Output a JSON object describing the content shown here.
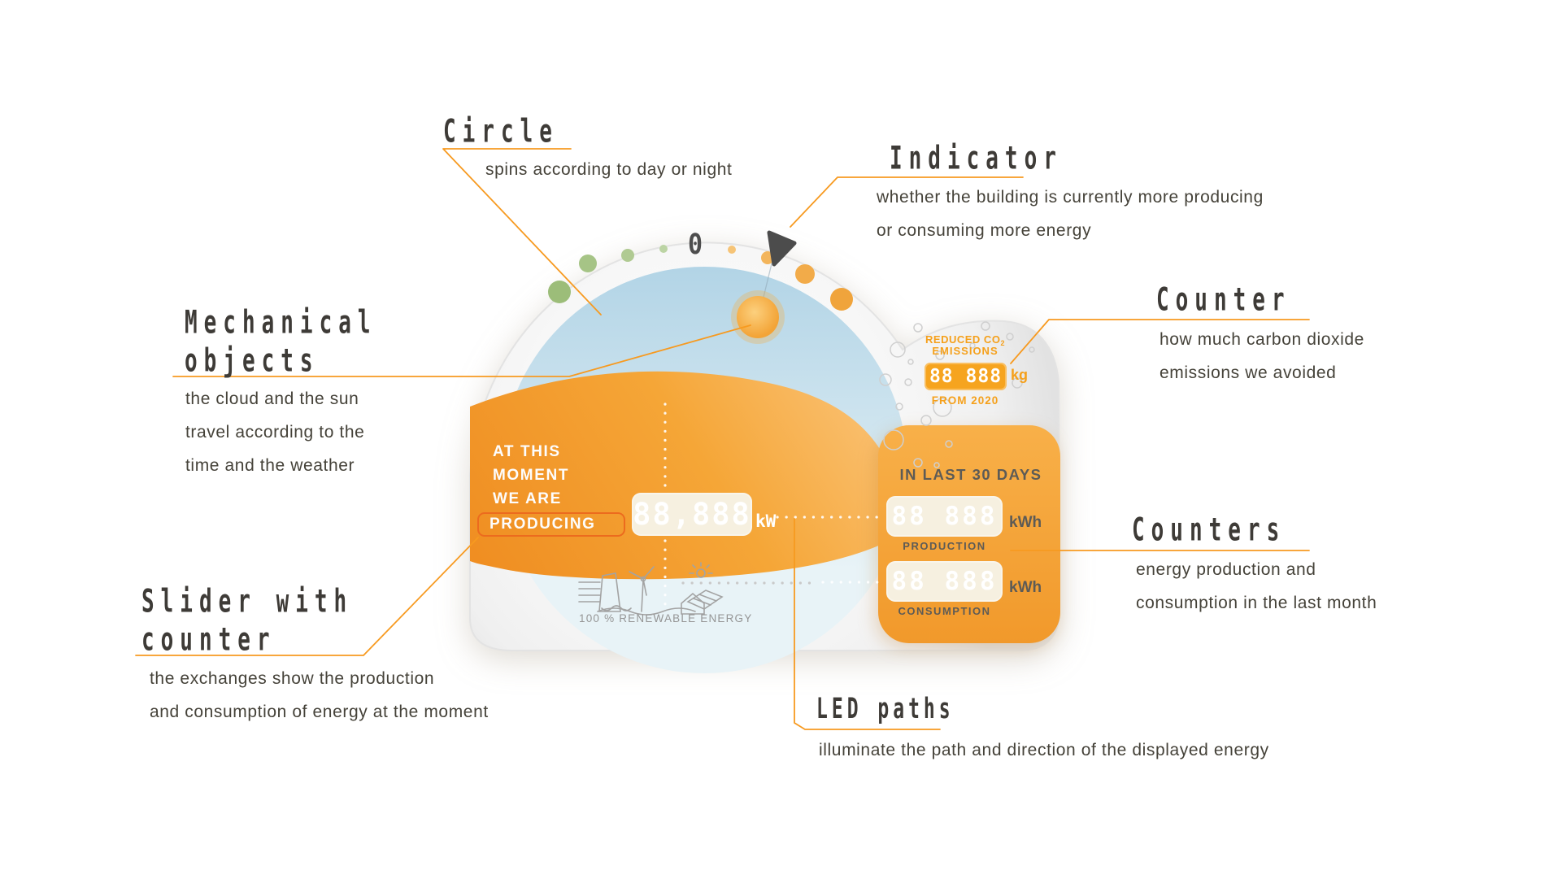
{
  "annotations": {
    "circle": {
      "title": "Circle",
      "desc": "spins according to day or night"
    },
    "indicator": {
      "title": "Indicator",
      "desc1": "whether the building is currently more producing",
      "desc2": "or consuming more energy"
    },
    "counter": {
      "title": "Counter",
      "desc1": "how much carbon dioxide",
      "desc2": "emissions we avoided"
    },
    "mechanical": {
      "title1": "Mechanical",
      "title2": "objects",
      "desc1": "the cloud and the sun",
      "desc2": "travel according to the",
      "desc3": "time and the weather"
    },
    "slider": {
      "title1": "Slider with",
      "title2": "counter",
      "desc1": "the exchanges show the production",
      "desc2": "and consumption of energy at the moment"
    },
    "led_paths": {
      "title": "LED paths",
      "desc": "illuminate the path and direction of the displayed energy"
    },
    "counters": {
      "title": "Counters",
      "desc1": "energy production and",
      "desc2": "consumption in the last month"
    }
  },
  "device": {
    "dial_zero": "0",
    "co2": {
      "label_a": "REDUCED CO",
      "label_sub": "2",
      "label_b": "EMISSIONS",
      "value": "88 888",
      "unit": "kg",
      "since": "FROM 2020"
    },
    "moment": {
      "line1": "AT THIS",
      "line2": "MOMENT",
      "line3": "WE ARE",
      "line4": "PRODUCING"
    },
    "now": {
      "value": "88,888",
      "unit": "kW"
    },
    "last30": {
      "title": "IN LAST 30 DAYS",
      "production": {
        "value": "88 888",
        "unit": "kWh",
        "label": "PRODUCTION"
      },
      "consumption": {
        "value": "88 888",
        "unit": "kWh",
        "label": "CONSUMPTION"
      }
    },
    "renewable": "100 % RENEWABLE ENERGY"
  },
  "colors": {
    "accent_orange": "#f79a20",
    "panel_orange": "#f5a63a",
    "heading": "#3e3b37",
    "body_text": "#454239",
    "sky_blue": "#b4d5e7",
    "digit_bg_cream": "#f6f0e0",
    "co2_orange": "#f5a01b",
    "label_gray": "#5d5b56"
  }
}
